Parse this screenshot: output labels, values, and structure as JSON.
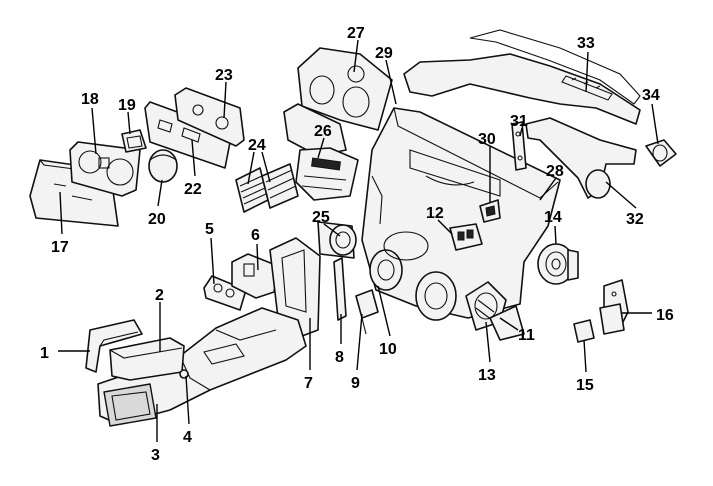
{
  "diagram": {
    "callouts": [
      {
        "id": "1",
        "label": "1"
      },
      {
        "id": "2",
        "label": "2"
      },
      {
        "id": "3",
        "label": "3"
      },
      {
        "id": "4",
        "label": "4"
      },
      {
        "id": "5",
        "label": "5"
      },
      {
        "id": "6",
        "label": "6"
      },
      {
        "id": "7",
        "label": "7"
      },
      {
        "id": "8",
        "label": "8"
      },
      {
        "id": "9",
        "label": "9"
      },
      {
        "id": "10",
        "label": "10"
      },
      {
        "id": "11",
        "label": "11"
      },
      {
        "id": "12",
        "label": "12"
      },
      {
        "id": "13",
        "label": "13"
      },
      {
        "id": "14",
        "label": "14"
      },
      {
        "id": "15",
        "label": "15"
      },
      {
        "id": "16",
        "label": "16"
      },
      {
        "id": "17",
        "label": "17"
      },
      {
        "id": "18",
        "label": "18"
      },
      {
        "id": "19",
        "label": "19"
      },
      {
        "id": "20",
        "label": "20"
      },
      {
        "id": "22",
        "label": "22"
      },
      {
        "id": "23",
        "label": "23"
      },
      {
        "id": "24",
        "label": "24"
      },
      {
        "id": "25",
        "label": "25"
      },
      {
        "id": "26",
        "label": "26"
      },
      {
        "id": "27",
        "label": "27"
      },
      {
        "id": "28",
        "label": "28"
      },
      {
        "id": "29",
        "label": "29"
      },
      {
        "id": "30",
        "label": "30"
      },
      {
        "id": "31",
        "label": "31"
      },
      {
        "id": "32",
        "label": "32"
      },
      {
        "id": "33",
        "label": "33"
      },
      {
        "id": "34",
        "label": "34"
      }
    ]
  }
}
